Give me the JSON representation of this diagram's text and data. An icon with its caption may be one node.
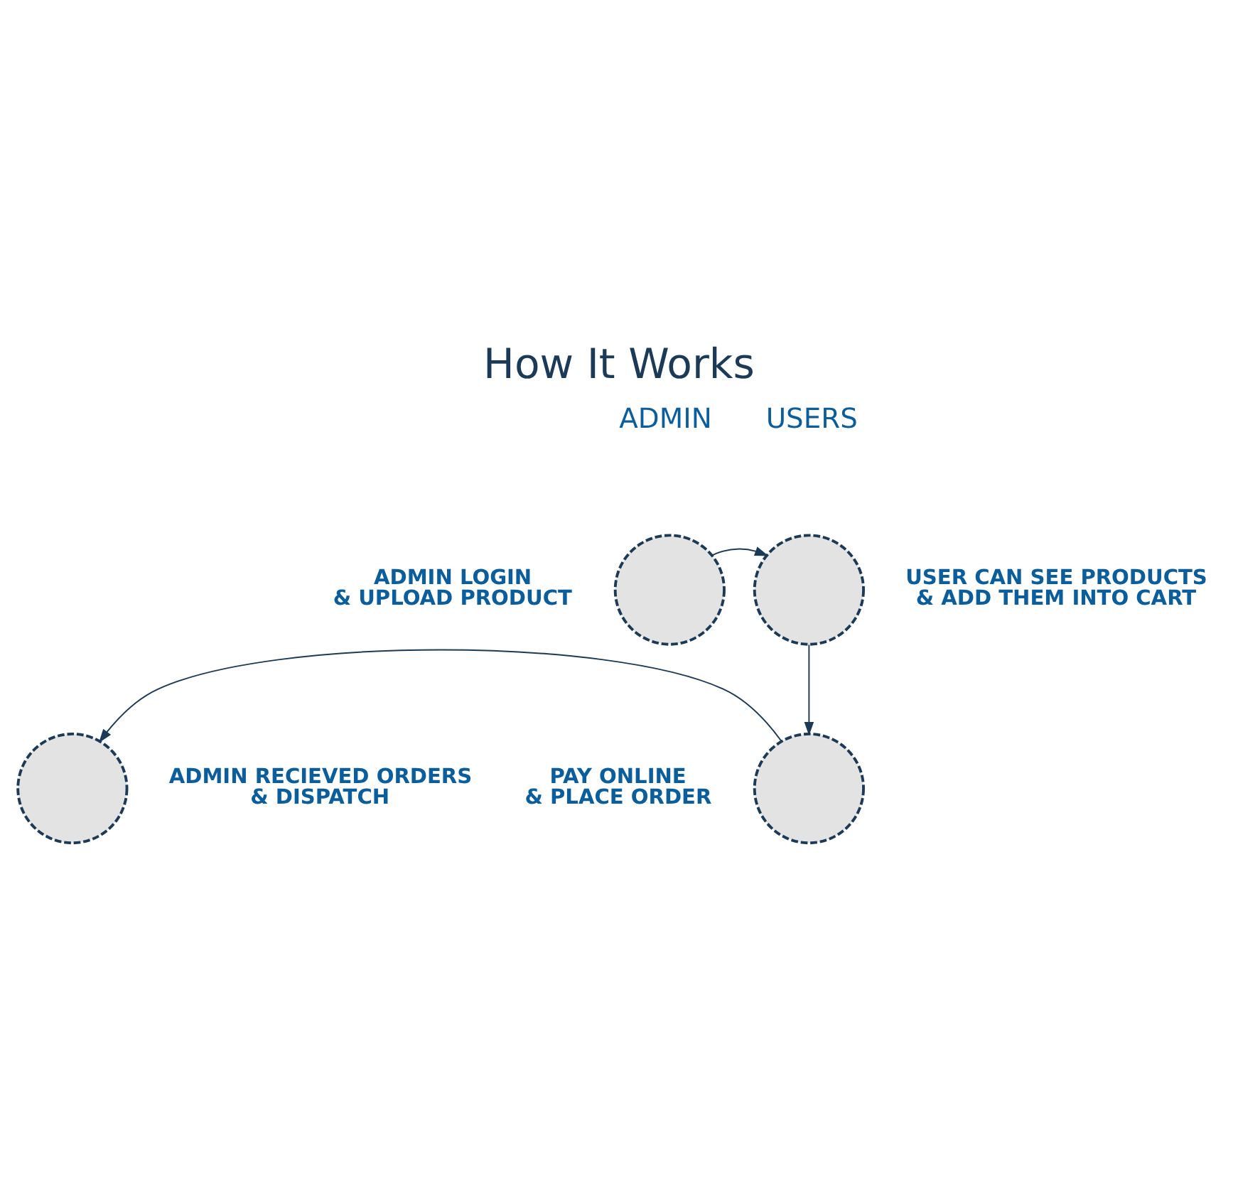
{
  "diagram": {
    "title": "How It Works",
    "nodes": [
      {
        "text": [],
        "shape": "circle",
        "beside": [
          "ADMIN LOGIN & UPLOAD PRODUCT"
        ]
      },
      {
        "text": [],
        "shape": "circle",
        "beside": [
          "USER CAN SEE PRODUCTS & ADD THEM INTO CART"
        ]
      },
      {
        "text": [],
        "shape": "circle",
        "beside": [
          "PAY ONLINE & PLACE ORDER"
        ]
      },
      {
        "text": [],
        "shape": "circle",
        "beside": [
          "ADMIN RECIEVED ORDERS & DISPATCH"
        ]
      }
    ],
    "edges": [
      {
        "from": 0,
        "to": 1,
        "arrow": "to"
      },
      {
        "from": 1,
        "to": 2,
        "arrow": "to"
      },
      {
        "from": 2,
        "to": 3,
        "arrow": "to"
      }
    ],
    "labels": [
      "ADMIN",
      "USERS"
    ]
  }
}
